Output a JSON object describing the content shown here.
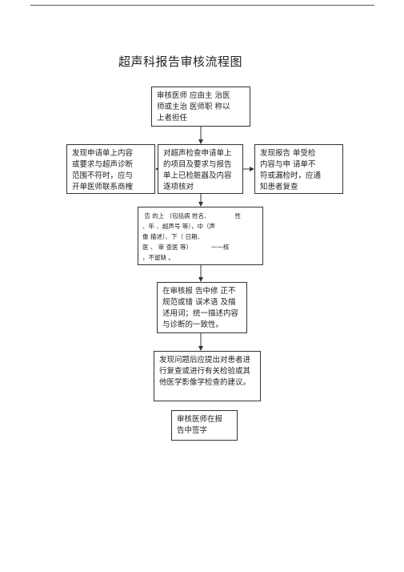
{
  "title": "超声科报告审核流程图",
  "boxes": {
    "auditor": "审核医师 应由主 治医\n师或主治  医师职 称以\n上者担任",
    "request_mismatch": "发现申请单上内容\n或要求与超声诊断\n范围不符时，应与\n开单医师联系商榷",
    "check_items": "对超声检查申请单上\n的项目及要求与报告\n单上已检脏器及内容\n逐项核对",
    "report_mismatch": "发现报告  单受检\n内容与申  请单不\n符或漏检时，应通\n知患者复查",
    "report_header": " 告 的上 （包括病 姓名、             性\n、年 、超声号 等），中（声\n像 描述）、下（ 日期、\n医 、 审 查医 等）          一一核\n，不留缺 。",
    "terminology": "在审核报  告中修 正不\n规范或错  误术语 及描\n述用词；统一描述内容\n与诊断的一致性。",
    "suggestion": "发现问题后应提出对患者进\n行复查或进行有关检验或其\n他医学影像学检查的建议。",
    "signature": "审核医师在报\n告中签字"
  }
}
